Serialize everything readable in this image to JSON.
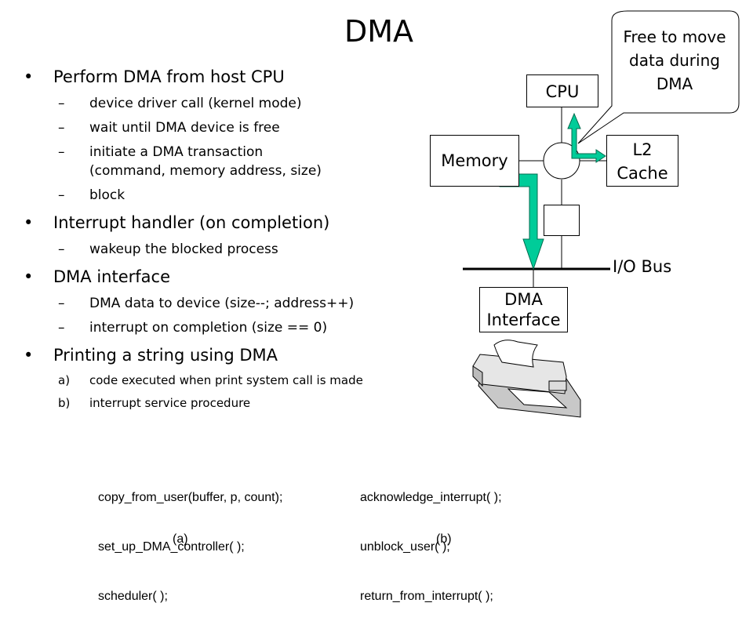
{
  "slide": {
    "title": "DMA",
    "bullets": [
      {
        "text": "Perform DMA from host CPU",
        "subs": [
          "device driver call (kernel mode)",
          "wait until DMA device is free",
          "initiate a DMA transaction",
          "(command, memory address, size)",
          "block"
        ]
      },
      {
        "text": "Interrupt handler (on completion)",
        "subs": [
          "wakeup the blocked process"
        ]
      },
      {
        "text": "DMA interface",
        "subs": [
          "DMA data to device (size--; address++)",
          "interrupt on completion (size == 0)"
        ]
      },
      {
        "text": "Printing a string using DMA",
        "subs": [
          "code executed when print system call is made",
          "interrupt service procedure"
        ],
        "markers": [
          "a)",
          "b)"
        ]
      }
    ],
    "bullet_marker": "•",
    "dash_marker": "–"
  },
  "diagram": {
    "callout": [
      "Free to move",
      "data during",
      "DMA"
    ],
    "cpu": "CPU",
    "memory": "Memory",
    "l2": [
      "L2",
      "Cache"
    ],
    "io_bus": "I/O Bus",
    "dma_interface": [
      "DMA",
      "Interface"
    ],
    "colors": {
      "arrow_fill": "#00cc99",
      "arrow_stroke": "#006b4f"
    }
  },
  "code": {
    "a": [
      "copy_from_user(buffer, p, count);",
      "set_up_DMA_controller( );",
      "scheduler( );"
    ],
    "b": [
      "acknowledge_interrupt( );",
      "unblock_user( );",
      "return_from_interrupt( );"
    ],
    "caption_a": "(a)",
    "caption_b": "(b)"
  }
}
